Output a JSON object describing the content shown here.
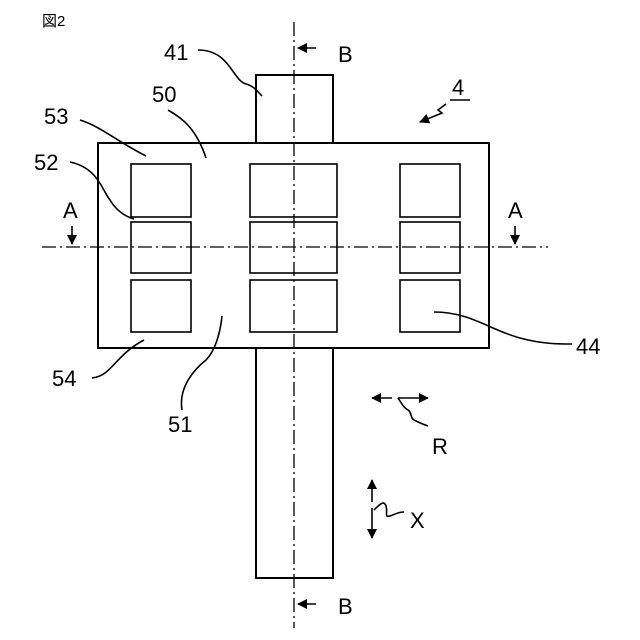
{
  "figure": {
    "caption": "図2",
    "labels": {
      "ref_41": "41",
      "ref_4": "4",
      "ref_50": "50",
      "ref_53": "53",
      "ref_52": "52",
      "ref_54": "54",
      "ref_51": "51",
      "ref_44": "44",
      "section_a_left": "A",
      "section_a_right": "A",
      "section_b_top": "B",
      "section_b_bottom": "B",
      "dir_r": "R",
      "dir_x": "X"
    }
  }
}
